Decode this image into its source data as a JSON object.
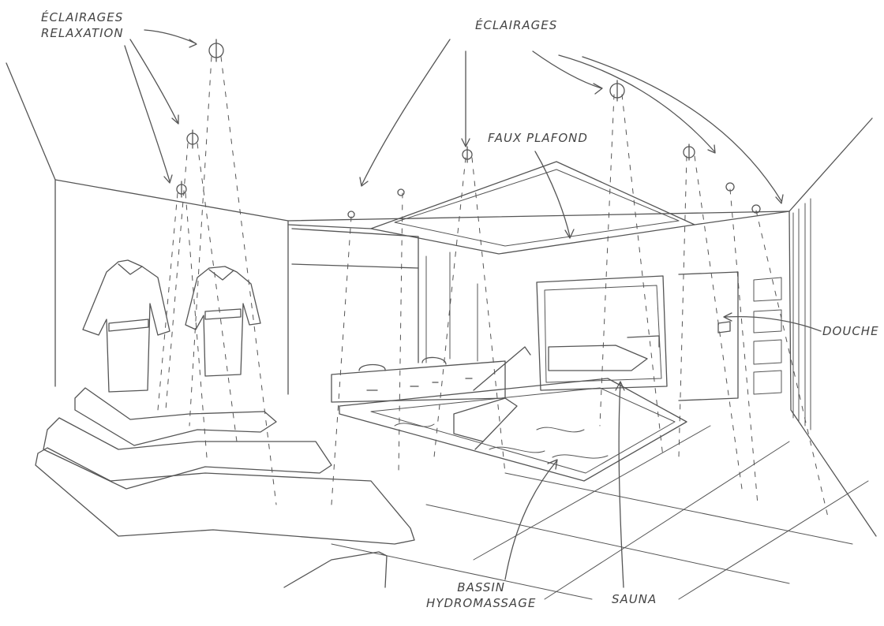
{
  "labels": {
    "eclairages_relaxation": [
      "ÉCLAIRAGES",
      "RELAXATION"
    ],
    "eclairages": "ÉCLAIRAGES",
    "faux_plafond": "FAUX PLAFOND",
    "douche": "DOUCHE",
    "bassin_hydromassage": [
      "BASSIN",
      "HYDROMASSAGE"
    ],
    "sauna": "SAUNA"
  },
  "colors": {
    "ink": "#555555",
    "paper": "#ffffff"
  }
}
